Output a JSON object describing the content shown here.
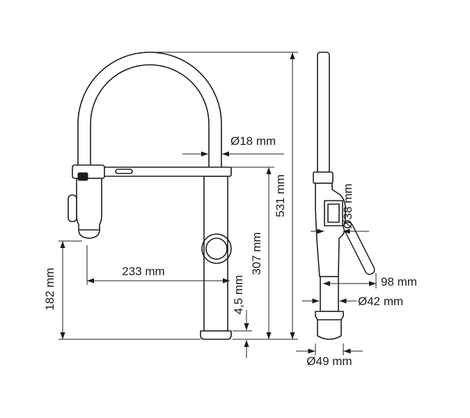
{
  "drawing": {
    "dims": {
      "d18": "Ø18 mm",
      "d531": "531 mm",
      "d307": "307 mm",
      "d233": "233 mm",
      "d182": "182 mm",
      "d45": "4,5 mm",
      "d38": "Ø38 mm",
      "d98": "98 mm",
      "d42": "Ø42 mm",
      "d49": "Ø49 mm"
    }
  }
}
